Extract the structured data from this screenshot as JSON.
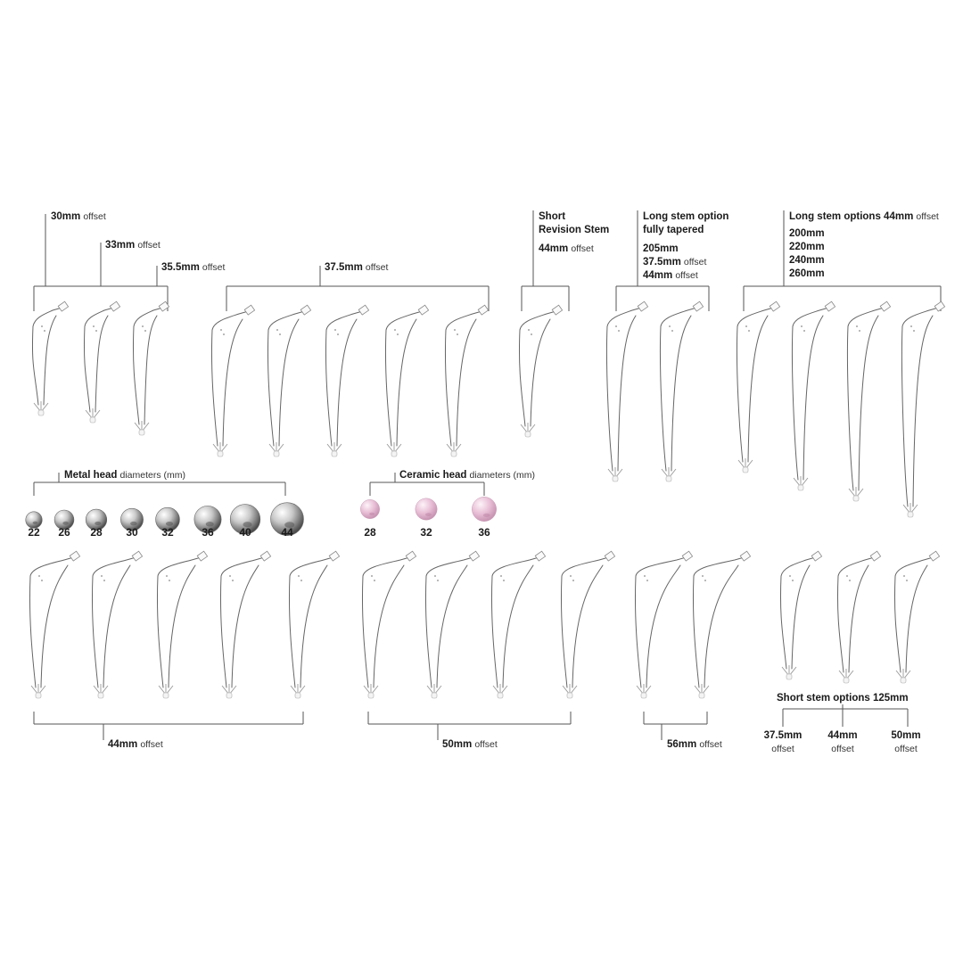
{
  "labels": {
    "offset_word": "offset",
    "o30": "30mm",
    "o33": "33mm",
    "o355": "35.5mm",
    "o375": "37.5mm",
    "short_revision_l1": "Short",
    "short_revision_l2": "Revision Stem",
    "short_revision_offset": "44mm",
    "long_tapered_l1": "Long stem option",
    "long_tapered_l2": "fully tapered",
    "long_tapered_len": "205mm",
    "long_tapered_o1": "37.5mm",
    "long_tapered_o2": "44mm",
    "long_options_title": "Long stem options 44mm",
    "long_options_lengths": [
      "200mm",
      "220mm",
      "240mm",
      "260mm"
    ],
    "metal_head_title": "Metal head",
    "ceramic_head_title": "Ceramic head",
    "diam_suffix": "diameters (mm)",
    "o44": "44mm",
    "o50": "50mm",
    "o56": "56mm",
    "short_options_title": "Short stem options 125mm",
    "short_options": [
      "37.5mm",
      "44mm",
      "50mm"
    ]
  },
  "metal_heads": [
    22,
    26,
    28,
    30,
    32,
    36,
    40,
    44
  ],
  "ceramic_heads": [
    28,
    32,
    36
  ],
  "colors": {
    "metal": "#b8b8b8",
    "ceramic": "#e6c3d8",
    "line": "#555555",
    "stem": "#666666"
  }
}
